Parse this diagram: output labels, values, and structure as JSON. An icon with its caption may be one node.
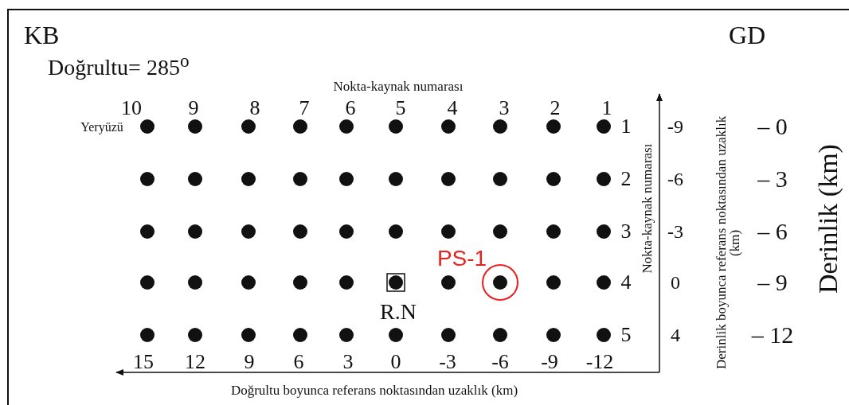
{
  "diagram": {
    "labels": [
      "KB",
      "GD",
      "Doğrultu= 285$^{o}$",
      "Nokta-kaynak numarası",
      "10",
      "9",
      "8",
      "7",
      "6",
      "5",
      "4",
      "3",
      "2",
      "1",
      "Yeryüzü",
      "1",
      "-9",
      "– 0",
      "Nokta-kaynak numarası",
      "Derinlik boyunca referans noktasından uzaklık (km)",
      "Derinlik (km)",
      "2",
      "-6",
      "– 3",
      "3",
      "-3",
      "– 6",
      "PS-1",
      "4",
      "0",
      "– 9",
      "R.N",
      "5",
      "4",
      "– 12",
      "15",
      "12",
      "9",
      "6",
      "3",
      "0",
      "-3",
      "-6",
      "-9",
      "-12",
      "Doğrultu boyunca referans noktasından uzaklık (km)"
    ]
  }
}
